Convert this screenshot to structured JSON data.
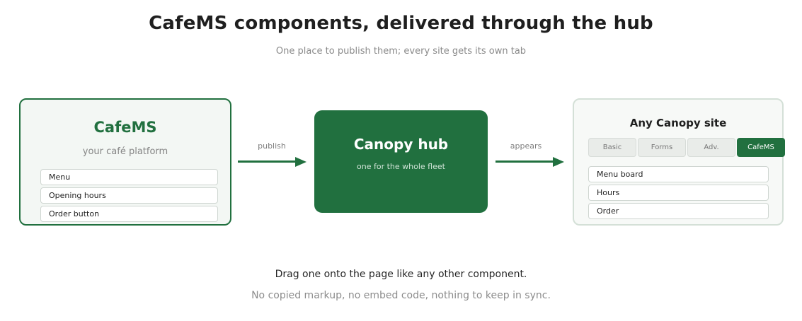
{
  "header": {
    "title": "CafeMS components, delivered through the hub",
    "subtitle": "One place to publish them; every site gets its own tab"
  },
  "source": {
    "name": "CafeMS",
    "tagline": "your café platform",
    "items": [
      "Menu",
      "Opening hours",
      "Order button"
    ]
  },
  "arrows": {
    "publish_label": "publish",
    "appears_label": "appears"
  },
  "hub": {
    "name": "Canopy hub",
    "tagline": "one for the whole fleet"
  },
  "site": {
    "title": "Any Canopy site",
    "tabs": [
      "Basic",
      "Forms",
      "Adv.",
      "CafeMS"
    ],
    "active_tab": "CafeMS",
    "items": [
      "Menu board",
      "Hours",
      "Order"
    ]
  },
  "footer": {
    "line1": "Drag one onto the page like any other component.",
    "line2": "No copied markup, no embed code, nothing to keep in sync."
  },
  "colors": {
    "accent": "#21703f",
    "card_bg": "#f3f7f4",
    "muted_text": "#8a8a8a"
  }
}
